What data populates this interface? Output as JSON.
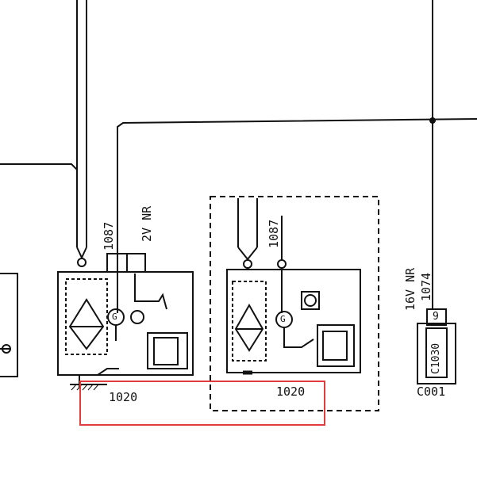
{
  "diagram": {
    "wire_labels": {
      "left_alt_feed": "1087",
      "left_alt_spec": "2V NR",
      "right_alt_feed": "1087",
      "connector_wire": "1074",
      "connector_spec": "16V NR"
    },
    "components": {
      "left_alternator_id": "1020",
      "right_alternator_id": "1020",
      "connector_pin": "9",
      "connector_id": "C1030",
      "ground_point_id": "C001"
    },
    "symbols": {
      "generator_glyph": "G"
    },
    "colors": {
      "line": "#111111",
      "highlight": "#e23b3b",
      "background": "#ffffff"
    }
  }
}
